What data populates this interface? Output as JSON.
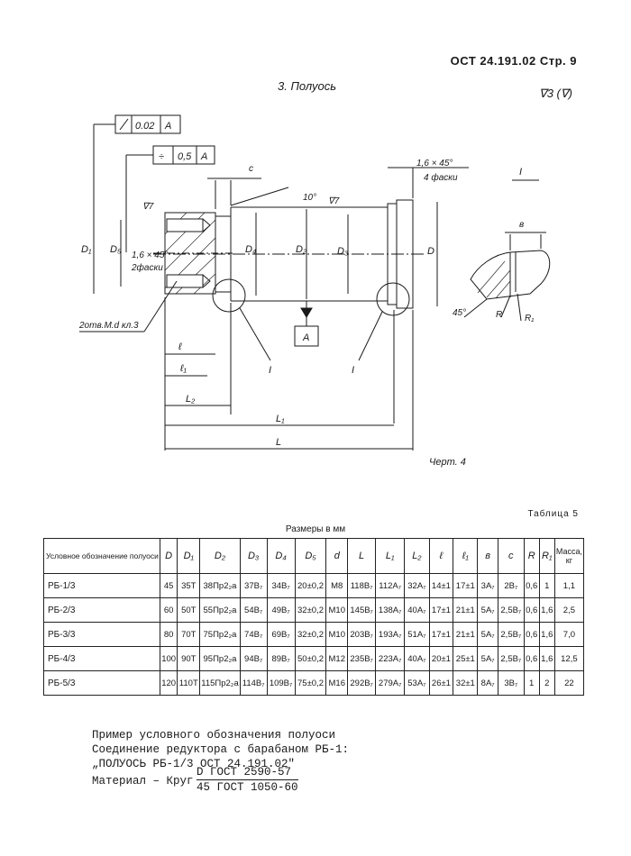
{
  "header": {
    "doc_ref": "ОСТ 24.191.02  Стр. 9"
  },
  "section": {
    "title": "3. Полуось",
    "roughness": "∇3 (∇)"
  },
  "drawing": {
    "tol_1_value": "0.02",
    "tol_1_datum": "A",
    "tol_2_symbol": "÷",
    "tol_2_value": "0,5",
    "tol_2_datum": "A",
    "chamfer_top": "1,6 × 45°",
    "chamfer_top_note": "4 фаски",
    "chamfer_left": "1,6 × 45°",
    "chamfer_left_note": "2фаски",
    "holes_note": "2отв.М.d кл.3",
    "angle_10": "10°",
    "rough_7a": "∇7",
    "rough_7b": "∇7",
    "label_c": "c",
    "label_D1": "D₁",
    "label_D5": "D₅",
    "label_D4": "D₄",
    "label_D2": "D₂",
    "label_D3": "D₃",
    "label_D": "D",
    "label_l": "ℓ",
    "label_l1": "ℓ₁",
    "label_L2": "L₂",
    "label_L1": "L₁",
    "label_L": "L",
    "datum_A": "A",
    "view_I": "I",
    "detail_I_a": "I",
    "detail_I_b": "I",
    "label_b": "в",
    "label_45": "45°",
    "label_R": "R",
    "label_R1": "R₁",
    "figure_caption": "Черт. 4"
  },
  "table": {
    "caption": "Таблица 5",
    "subtitle": "Размеры в мм",
    "headers": [
      "Условное обозначение полуоси",
      "D",
      "D₁",
      "D₂",
      "D₃",
      "D₄",
      "D₅",
      "d",
      "L",
      "L₁",
      "L₂",
      "ℓ",
      "ℓ₁",
      "в",
      "c",
      "R",
      "R₁",
      "Масса, кг"
    ],
    "rows": [
      [
        "РБ-1/3",
        "45",
        "35Т",
        "38Пр2₂а",
        "37В₇",
        "34В₇",
        "20±0,2",
        "М8",
        "118В₇",
        "112А₇",
        "32А₇",
        "14±1",
        "17±1",
        "3А₇",
        "2В₇",
        "0,6",
        "1",
        "1,1"
      ],
      [
        "РБ-2/3",
        "60",
        "50Т",
        "55Пр2₂а",
        "54В₇",
        "49В₇",
        "32±0,2",
        "М10",
        "145В₇",
        "138А₇",
        "40А₇",
        "17±1",
        "21±1",
        "5А₇",
        "2,5В₇",
        "0,6",
        "1,6",
        "2,5"
      ],
      [
        "РБ-3/3",
        "80",
        "70Т",
        "75Пр2₂а",
        "74В₇",
        "69В₇",
        "32±0,2",
        "М10",
        "203В₇",
        "193А₇",
        "51А₇",
        "17±1",
        "21±1",
        "5А₇",
        "2,5В₇",
        "0,6",
        "1,6",
        "7,0"
      ],
      [
        "РБ-4/3",
        "100",
        "90Т",
        "95Пр2₂а",
        "94В₇",
        "89В₇",
        "50±0,2",
        "М12",
        "235В₇",
        "223А₇",
        "40А₇",
        "20±1",
        "25±1",
        "5А₇",
        "2,5В₇",
        "0,6",
        "1,6",
        "12,5"
      ],
      [
        "РБ-5/3",
        "120",
        "110Т",
        "115Пр2₂а",
        "114В₇",
        "109В₇",
        "75±0,2",
        "М16",
        "292В₇",
        "279А₇",
        "53А₇",
        "26±1",
        "32±1",
        "8А₇",
        "3В₇",
        "1",
        "2",
        "22"
      ]
    ]
  },
  "notes": {
    "line1": "Пример условного обозначения полуоси",
    "line2": "Соединение редуктора с барабаном РБ-1:",
    "line3": "„ПОЛУОСЬ РБ-1/3 ОСТ 24.191.02\"",
    "material_label": "Материал – Круг",
    "material_num": "D ГОСТ 2590-57",
    "material_den": "45 ГОСТ 1050-60"
  }
}
